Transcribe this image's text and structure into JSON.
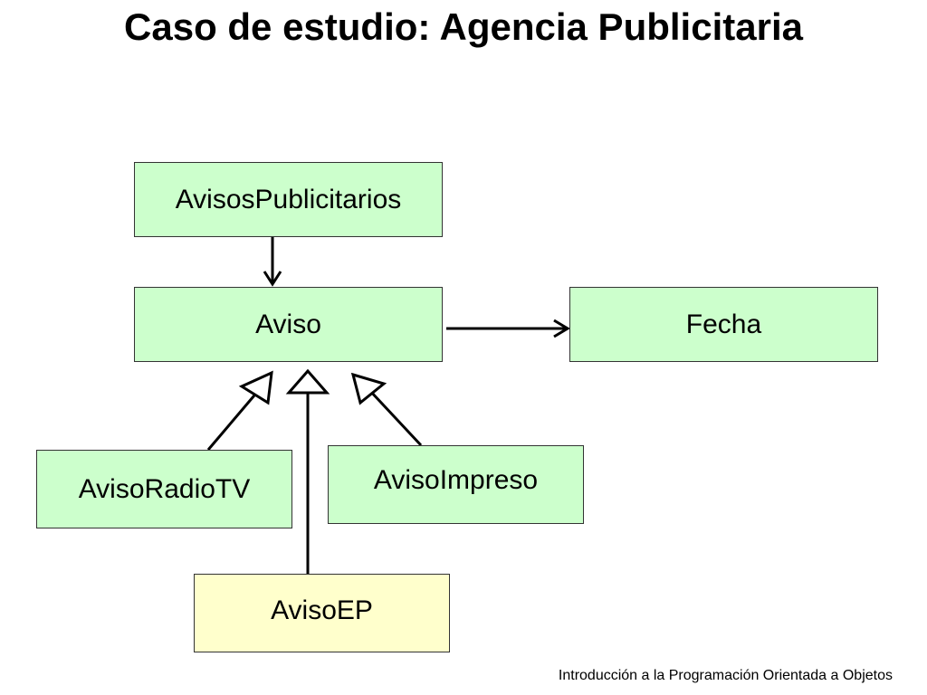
{
  "title": "Caso de estudio: Agencia Publicitaria",
  "classes": {
    "avisos_publicitarios": "AvisosPublicitarios",
    "aviso": "Aviso",
    "fecha": "Fecha",
    "aviso_radio_tv": "AvisoRadioTV",
    "aviso_impreso": "AvisoImpreso",
    "aviso_ep": "AvisoEP"
  },
  "relations": [
    {
      "from": "AvisosPublicitarios",
      "to": "Aviso",
      "kind": "association"
    },
    {
      "from": "Aviso",
      "to": "Fecha",
      "kind": "association"
    },
    {
      "from": "AvisoRadioTV",
      "to": "Aviso",
      "kind": "generalization"
    },
    {
      "from": "AvisoImpreso",
      "to": "Aviso",
      "kind": "generalization"
    },
    {
      "from": "AvisoEP",
      "to": "Aviso",
      "kind": "generalization"
    }
  ],
  "colors": {
    "class_fill": "#ccffcc",
    "highlight_fill": "#ffffcc",
    "border": "#333333"
  },
  "footer": "Introducción a la Programación Orientada a Objetos"
}
